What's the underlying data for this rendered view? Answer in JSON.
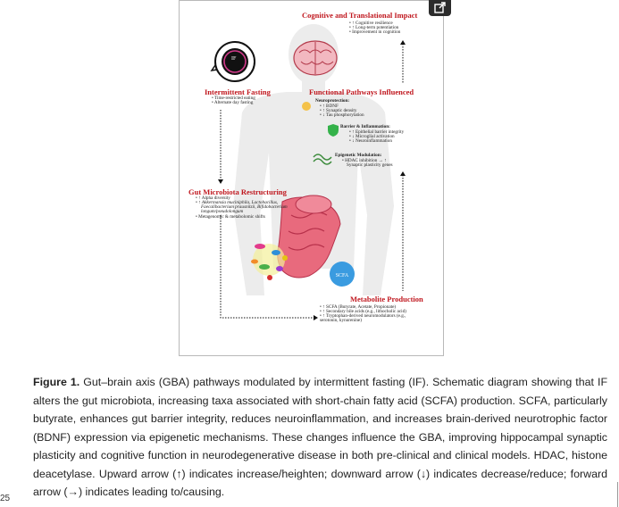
{
  "figure": {
    "cognitive": {
      "title": "Cognitive and Translational Impact",
      "items": [
        "• ↑ Cognitive resilience",
        "• ↑ Long-term potentiation",
        "• Improvement in cognition"
      ]
    },
    "fasting": {
      "title": "Intermittent Fasting",
      "items": [
        "• Time-restricted eating",
        "• Alternate day fasting"
      ],
      "icon_label": "IF"
    },
    "pathways": {
      "title": "Functional Pathways Influenced",
      "neuro_title": "Neuroprotection:",
      "neuro_items": [
        "• ↑ BDNF",
        "• ↑ Synaptic density",
        "• ↓ Tau phosphorylation"
      ],
      "barrier_title": "Barrier & Inflammation:",
      "barrier_items": [
        "• ↑ Epithelial barrier integrity",
        "• ↓ Microglial activation",
        "• ↓ Neuroinflammation"
      ],
      "epi_title": "Epigenetic Modulation:",
      "epi_items": [
        "• HDAC inhibition → ↑",
        "Synaptic plasticity genes"
      ]
    },
    "microbiota": {
      "title": "Gut Microbiota Restructuring",
      "items": [
        "• ↑ Alpha diversity",
        "• ↑ Akkermansia muciniphila, Lactobacillus,",
        "Faecalibacterium prausnitzii, Bifidobacterium",
        "longum/pseudolongum",
        "• Metagenomic & metabolomic shifts"
      ]
    },
    "metabolite": {
      "title": "Metabolite Production",
      "items": [
        "• ↑ SCFA (Butyrate, Acetate, Propionate)",
        "• ↑ Secondary bile acids (e.g., lithocholic acid)",
        "• ↑ Tryptophan-derived neuromodulators (e.g.,",
        "serotonin, kynurenine)"
      ]
    },
    "scfa_label": "SCFA"
  },
  "caption": {
    "label": "Figure 1.",
    "text": " Gut–brain axis (GBA) pathways modulated by intermittent fasting (IF). Schematic diagram showing that IF alters the gut microbiota, increasing taxa associated with short-chain fatty acid (SCFA) production. SCFA, particularly butyrate, enhances gut barrier integrity, reduces neuroinflammation, and increases brain-derived neurotrophic factor (BDNF) expression via epigenetic mechanisms. These changes influence the GBA, improving hippocampal synaptic plasticity and cognitive function in neurodegenerative disease in both pre-clinical and clinical models. HDAC, histone deacetylase. Upward arrow (↑) indicates increase/heighten; downward arrow (↓) indicates decrease/reduce; forward arrow (→) indicates leading to/causing."
  },
  "page_number": "25",
  "colors": {
    "heading_red": "#c0181f",
    "arrow": "#111111",
    "body_gray": "#e9e9e9"
  },
  "icons": {
    "external": "open-external-icon",
    "clock": "fasting-clock-icon",
    "brain": "brain-icon",
    "gut": "gut-icon",
    "bacteria": "bacteria-cluster-icon"
  }
}
